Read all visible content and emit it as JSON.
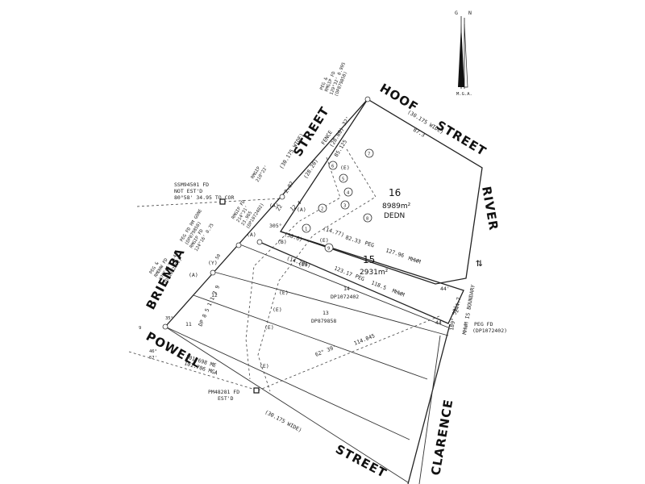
{
  "streets": {
    "hoof": "HOOF",
    "hoof_street": "STREET",
    "hoof_width": "(30.175 WIDE)",
    "briemba_street": "STREET",
    "briemba_width": "(30.175 WIDE)",
    "briemba": "BRIEMBA",
    "powell": "POWELL",
    "powell_street": "STREET",
    "powell_width": "(30.175 WIDE)",
    "clarence": "CLARENCE",
    "river": "RIVER"
  },
  "north_arrow": {
    "g": "G",
    "n": "N",
    "label": "M.G.A."
  },
  "lots": [
    {
      "number": "16",
      "area": "8989m²",
      "note": "DEDN"
    },
    {
      "number": "15",
      "area": "2931m²"
    }
  ],
  "plans": {
    "p14_num": "14",
    "p14_dp": "DP1072402",
    "p13_num": "13",
    "p13_dp": "DP879858",
    "p12": "12",
    "p11": "11",
    "dp_vertical": "DP 8 5 1 1 3 9"
  },
  "dimensions": {
    "d87_3": "87.3",
    "d85_125": "85.125",
    "d28_80": "(28.80)",
    "d28_20": "(28.20)",
    "d2_02": "2.02",
    "d22": "22",
    "d12_4": "12.4",
    "d305": "305°",
    "d30_6": "(30.6)",
    "d14_77": "(14.77)",
    "d82_33": "82.33",
    "peg1": "PEG",
    "d127_96": "127.96",
    "mhwm1": "MHWM",
    "d14_29": "(14.296)",
    "d123_17": "123.17",
    "peg2": "PEG",
    "d118_5": "118.5",
    "mhwm2": "MHWM",
    "d62_39": "62° 39'",
    "d114_045": "114.045",
    "d44_1": "44'",
    "d44_2": "44'",
    "d189_58": "189° 58'",
    "d244": "244.7",
    "mhwm_boundary": "MHWM IS BOUNDARY",
    "d32": "32'",
    "fence": "FENCE",
    "d101_698": "101.698 ME",
    "d101_706": "101.706 MGA",
    "d46": "46°",
    "d57": "57'"
  },
  "letters": {
    "a1": "(A)",
    "a2": "(A)",
    "a3": "(A)",
    "a4": "(A)",
    "b": "(B)",
    "y": "(Y)",
    "e1": "(E)",
    "e2": "(E)",
    "e3": "(E)",
    "e4": "(E)",
    "e5": "(E)",
    "e6": "(E)",
    "e7": "(E)"
  },
  "circled_numbers": [
    "1",
    "2",
    "3",
    "4",
    "5",
    "6",
    "7",
    "8",
    "9"
  ],
  "annotations": {
    "peg_top1": "PEG &",
    "peg_top2": "RMGIP FD",
    "peg_top3": "129°32' 0.995",
    "peg_top4": "(DP879858)",
    "ssm1": "SSM94501 FD",
    "ssm2": "NOT EST'D",
    "ssm3": "80°58' 34.95 TO COR",
    "rmgip_a1": "RMGIP",
    "rmgip_a2": "210°22'",
    "rmgip_b1": "RMGIP FD",
    "rmgip_b2": "214°31'",
    "rmgip_b3": "23.965",
    "rmgip_b4": "(DP1072402)",
    "pegrm1": "PEG FD RM GONE",
    "pegrm2": "(DP879858)",
    "pegrm3": "RMGIP FD",
    "pegrm4": "124°16' 0.75",
    "pegl1": "PEG &",
    "pegl2": "RMDHW FD",
    "pegl3": "178°45' 1.42",
    "pegl4": "(DP1072402)",
    "angle_ne": "50",
    "angle_w": "35°",
    "pm1": "PM48281 FD",
    "pm2": "EST'D",
    "pegfd1": "PEG FD",
    "pegfd2": "(DP1072402)",
    "edge9": "9"
  }
}
